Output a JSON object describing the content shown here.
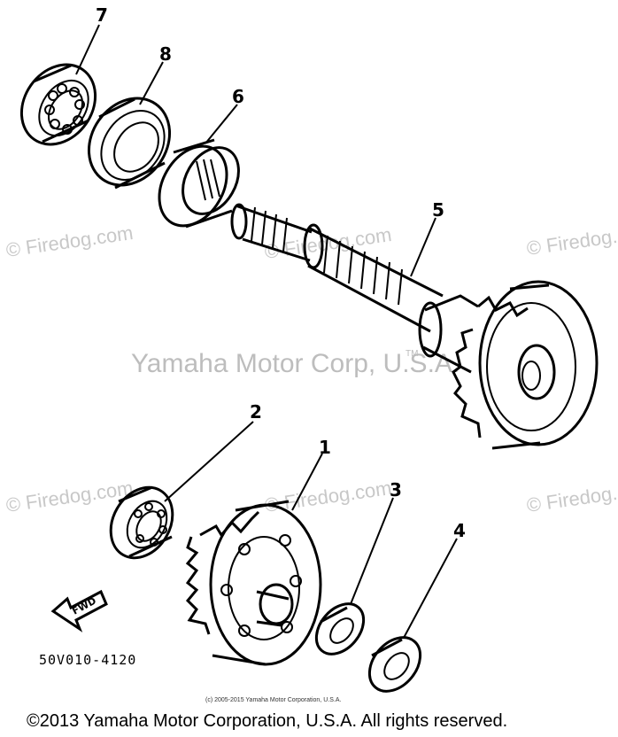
{
  "watermarks": {
    "site": "© Firedog.com",
    "main": "Yamaha Motor Corp, U.S.A.",
    "tm": "TM"
  },
  "labels": {
    "part1": "1",
    "part2": "2",
    "part3": "3",
    "part4": "4",
    "part5": "5",
    "part6": "6",
    "part7": "7",
    "part8": "8"
  },
  "fwd_label": "FWD",
  "diagram_code": "50V010-4120",
  "small_copyright": "(c) 2005-2015 Yamaha Motor Corporation, U.S.A.",
  "footer": "©2013 Yamaha Motor Corporation, U.S.A. All rights reserved."
}
